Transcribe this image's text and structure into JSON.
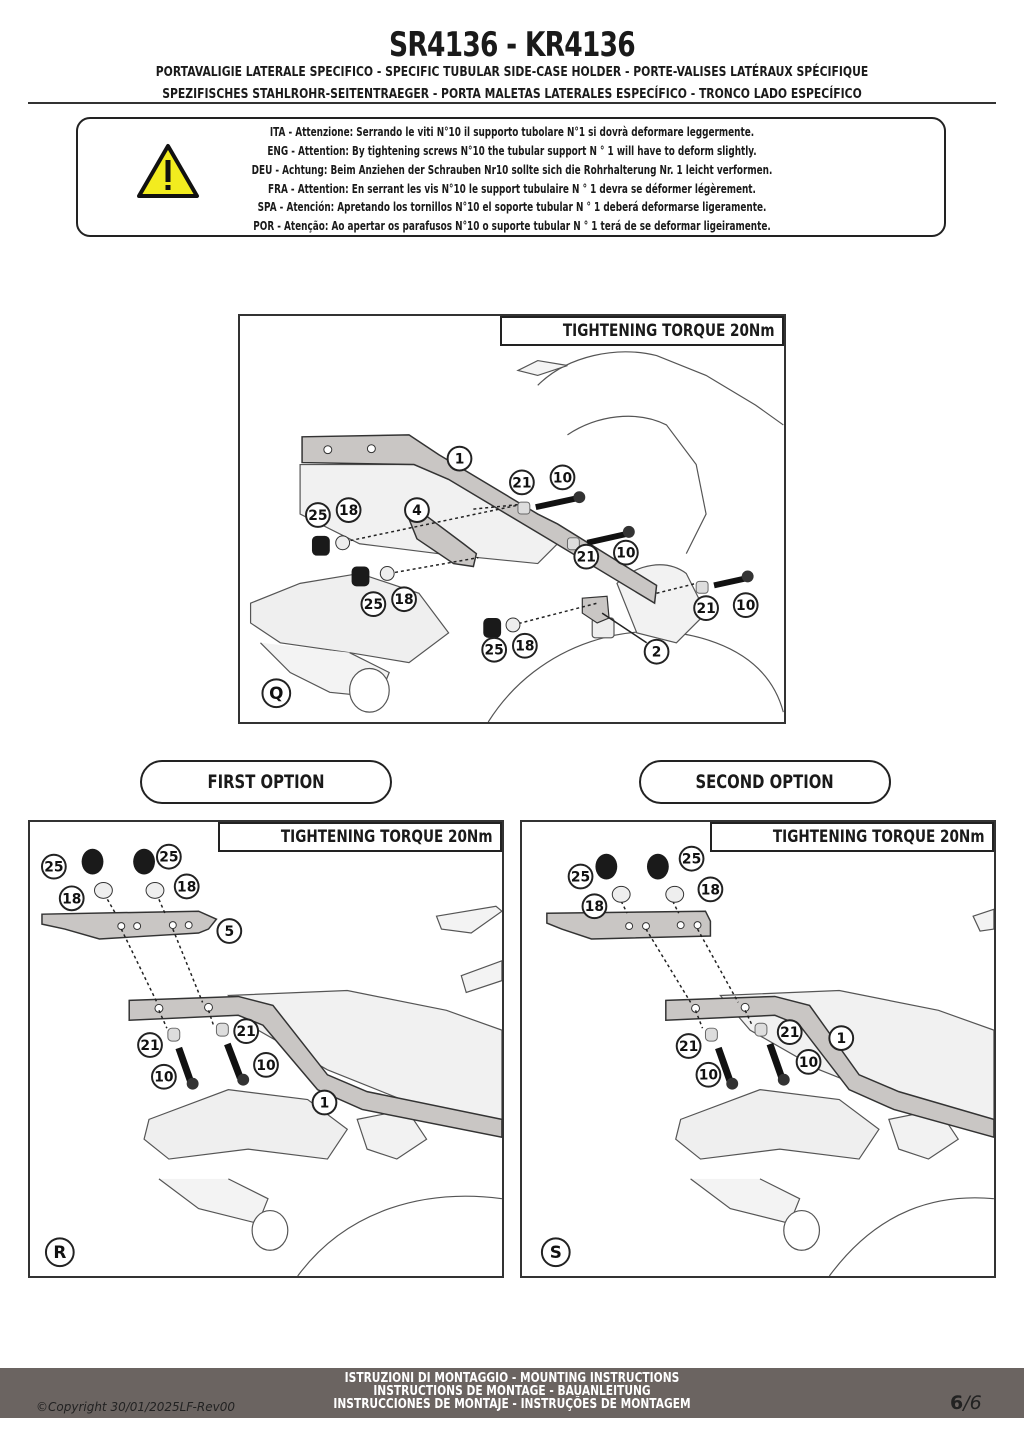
{
  "header": {
    "title": "SR4136 - KR4136",
    "subtitle_line1": "PORTAVALIGIE LATERALE SPECIFICO  -  SPECIFIC TUBULAR SIDE-CASE HOLDER  - PORTE-VALISES LATÉRAUX SPÉCIFIQUE",
    "subtitle_line2": "SPEZIFISCHES STAHLROHR-SEITENTRAEGER - PORTA MALETAS LATERALES ESPECÍFICO - TRONCO LADO ESPECÍFICO"
  },
  "warning": {
    "icon": "warning-triangle-icon",
    "icon_color": "#f2ec1f",
    "lines": [
      "ITA - Attenzione: Serrando le viti N°10 il supporto tubolare N°1 si dovrà deformare leggermente.",
      "ENG - Attention: By tightening screws N°10 the tubular support N ° 1 will have to deform slightly.",
      "DEU - Achtung: Beim Anziehen der Schrauben Nr10 sollte sich die Rohrhalterung Nr. 1 leicht verformen.",
      "FRA - Attention: En serrant les vis N°10 le support tubulaire N ° 1 devra se déformer légèrement.",
      "SPA - Atención: Apretando los tornillos N°10 el soporte tubular N ° 1 deberá deformarse ligeramente.",
      "POR - Atenção: Ao apertar os parafusos N°10 o suporte tubular N ° 1 terá de se deformar ligeiramente."
    ]
  },
  "panels": {
    "Q": {
      "step_label": "Q",
      "torque_label": "TIGHTENING TORQUE 20Nm",
      "callouts": [
        "1",
        "21",
        "10",
        "25",
        "18",
        "4",
        "21",
        "10",
        "25",
        "18",
        "21",
        "10",
        "25",
        "18",
        "2"
      ]
    },
    "R": {
      "option_label": "FIRST OPTION",
      "step_label": "R",
      "torque_label": "TIGHTENING TORQUE 20Nm",
      "callouts": [
        "25",
        "25",
        "18",
        "18",
        "5",
        "21",
        "21",
        "10",
        "10",
        "1"
      ]
    },
    "S": {
      "option_label": "SECOND OPTION",
      "step_label": "S",
      "torque_label": "TIGHTENING TORQUE 20Nm",
      "callouts": [
        "25",
        "25",
        "18",
        "18",
        "21",
        "21",
        "1",
        "10",
        "10"
      ]
    }
  },
  "footer": {
    "copyright": "©Copyright 30/01/2025LF-Rev00",
    "lines": [
      "ISTRUZIONI DI MONTAGGIO  -  MOUNTING INSTRUCTIONS",
      "INSTRUCTIONS DE MONTAGE - BAUANLEITUNG",
      "INSTRUCCIONES DE MONTAJE - INSTRUÇÕES DE MONTAGEM"
    ],
    "page_current": "6",
    "page_total": "/6",
    "bar_color": "#6b6461"
  }
}
